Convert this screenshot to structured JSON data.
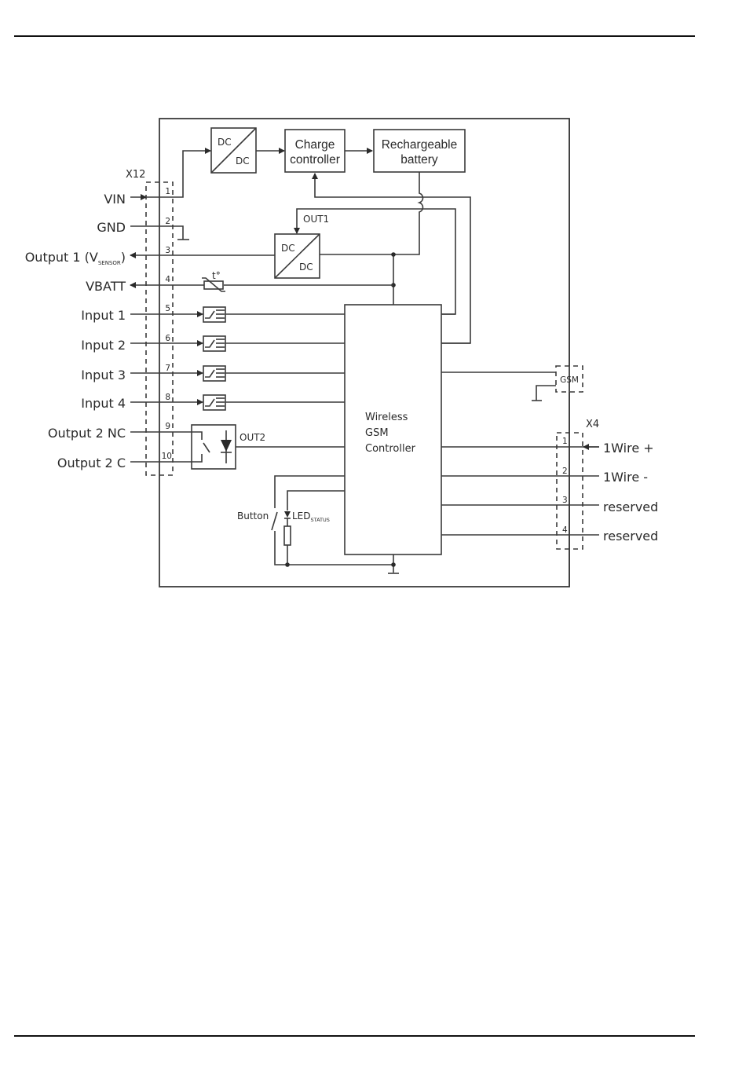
{
  "page": {
    "has_top_rule": true,
    "has_bottom_rule": true
  },
  "diagram": {
    "title": "",
    "connector_left": {
      "name": "X12",
      "pins": [
        {
          "num": "1",
          "label": "VIN",
          "direction": "in"
        },
        {
          "num": "2",
          "label": "GND",
          "direction": "none"
        },
        {
          "num": "3",
          "label": "Output 1 (V",
          "sub": "SENSOR",
          "suffix": ")",
          "direction": "out"
        },
        {
          "num": "4",
          "label": "VBATT",
          "direction": "out"
        },
        {
          "num": "5",
          "label": "Input 1",
          "direction": "in"
        },
        {
          "num": "6",
          "label": "Input 2",
          "direction": "in"
        },
        {
          "num": "7",
          "label": "Input 3",
          "direction": "in"
        },
        {
          "num": "8",
          "label": "Input 4",
          "direction": "in"
        },
        {
          "num": "9",
          "label": "Output 2 NC",
          "direction": "none"
        },
        {
          "num": "10",
          "label": "Output 2 C",
          "direction": "none"
        }
      ]
    },
    "connector_right": {
      "name": "X4",
      "pins": [
        {
          "num": "1",
          "label": "1Wire +",
          "direction": "in"
        },
        {
          "num": "2",
          "label": "1Wire -",
          "direction": "none"
        },
        {
          "num": "3",
          "label": "reserved",
          "direction": "none"
        },
        {
          "num": "4",
          "label": "reserved",
          "direction": "none"
        }
      ]
    },
    "blocks": {
      "dcdc_top": {
        "top": "DC",
        "bottom": "DC"
      },
      "charge_controller": {
        "line1": "Charge",
        "line2": "controller"
      },
      "battery": {
        "line1": "Rechargeable",
        "line2": "battery"
      },
      "dcdc_out1": {
        "top": "DC",
        "bottom": "DC",
        "label": "OUT1"
      },
      "controller": {
        "line1": "Wireless",
        "line2": "GSM",
        "line3": "Controller"
      },
      "relay": {
        "label": "OUT2"
      },
      "gsm_antenna": {
        "label": "GSM"
      },
      "thermistor": {
        "label": "t°"
      },
      "button": {
        "label": "Button"
      },
      "led": {
        "label": "LED",
        "sub": "STATUS"
      }
    }
  }
}
